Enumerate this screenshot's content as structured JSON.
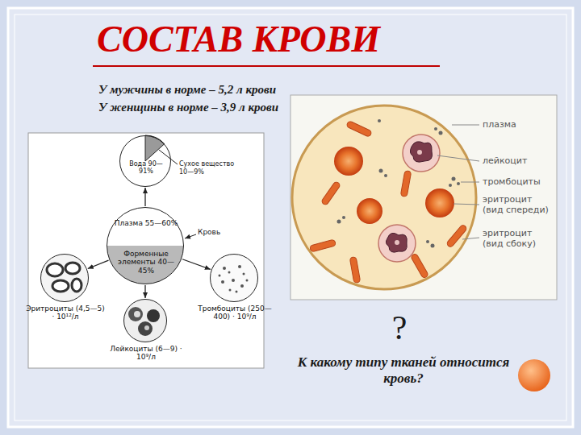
{
  "diagram": {
    "title": "СОСТАВ КРОВИ",
    "nodes": [
      {
        "text": [
          "Плазма 55—60%",
          "Форменные элементы 40—45%"
        ]
      },
      {
        "text": [
          "Вода 90—91%"
        ]
      },
      {
        "text": [
          "Эритроциты (4,5—5) · 10¹²/л"
        ]
      },
      {
        "text": [
          "Лейкоциты (6—9) · 10⁹/л"
        ]
      },
      {
        "text": [
          "Тромбоциты (250—400) · 10⁹/л"
        ]
      }
    ],
    "edges": [
      {
        "from": 0,
        "to": 1,
        "arrow": "to"
      },
      {
        "from": 0,
        "to": 2,
        "arrow": "to"
      },
      {
        "from": 0,
        "to": 3,
        "arrow": "to"
      },
      {
        "from": 0,
        "to": 4,
        "arrow": "to"
      }
    ],
    "labels": [
      "У мужчины в норме – 5,2 л крови",
      "У женщины в норме – 3,9 л крови",
      "Сухое вещество 10—9%",
      "Кровь",
      "плазма",
      "лейкоцит",
      "тромбоциты",
      "эритроцит (вид спереди)",
      "эритроцит (вид сбоку)",
      "?",
      "К какому типу тканей относится кровь?"
    ]
  }
}
